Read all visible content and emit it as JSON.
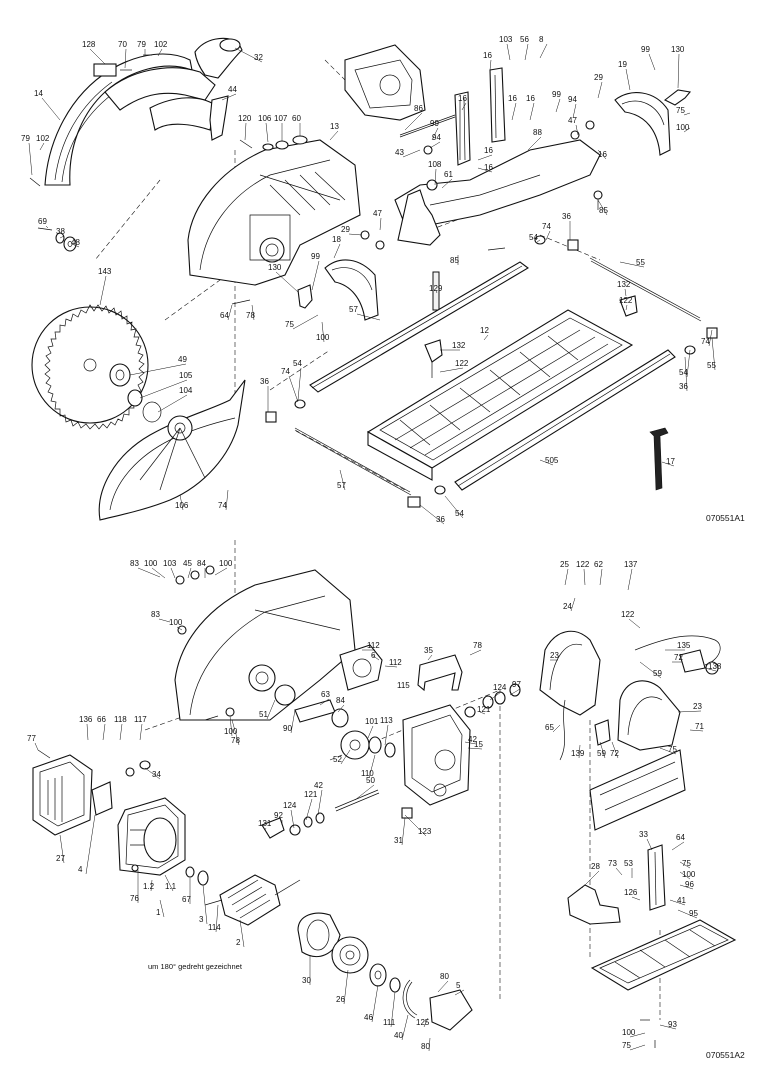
{
  "drawings": [
    {
      "code": "070551A1",
      "labels": [
        "128",
        "70",
        "79",
        "102",
        "32",
        "14",
        "44",
        "79",
        "102",
        "120",
        "106",
        "107",
        "60",
        "13",
        "103",
        "56",
        "8",
        "16",
        "16",
        "16",
        "16",
        "86",
        "99",
        "94",
        "43",
        "88",
        "108",
        "61",
        "16",
        "16",
        "99",
        "94",
        "47",
        "29",
        "19",
        "99",
        "130",
        "75",
        "100",
        "16",
        "85",
        "47",
        "29",
        "18",
        "36",
        "54",
        "74",
        "85",
        "55",
        "129",
        "130",
        "99",
        "75",
        "100",
        "64",
        "78",
        "57",
        "132",
        "122",
        "12",
        "132",
        "122",
        "69",
        "38",
        "48",
        "143",
        "49",
        "105",
        "104",
        "36",
        "74",
        "54",
        "74",
        "54",
        "36",
        "55",
        "57",
        "505",
        "17",
        "106",
        "74",
        "54",
        "36"
      ]
    },
    {
      "code": "070551A2",
      "note": "um 180° gedreht gezeichnet",
      "labels": [
        "83",
        "100",
        "103",
        "45",
        "84",
        "100",
        "83",
        "100",
        "112",
        "6",
        "112",
        "35",
        "78",
        "115",
        "51",
        "90",
        "63",
        "84",
        "100",
        "78",
        "124",
        "97",
        "121",
        "42",
        "101",
        "113",
        "15",
        "52",
        "110",
        "136",
        "66",
        "118",
        "117",
        "77",
        "34",
        "50",
        "31",
        "123",
        "92",
        "124",
        "121",
        "42",
        "131",
        "27",
        "4",
        "76",
        "1.2",
        "1.1",
        "1",
        "67",
        "3",
        "114",
        "2",
        "30",
        "26",
        "46",
        "111",
        "40",
        "80",
        "5",
        "125",
        "80",
        "25",
        "122",
        "62",
        "137",
        "24",
        "122",
        "135",
        "23",
        "138",
        "72",
        "59",
        "23",
        "65",
        "139",
        "59",
        "72",
        "71",
        "75",
        "33",
        "64",
        "75",
        "100",
        "73",
        "53",
        "126",
        "96",
        "28",
        "41",
        "95",
        "93",
        "100",
        "75"
      ]
    }
  ]
}
